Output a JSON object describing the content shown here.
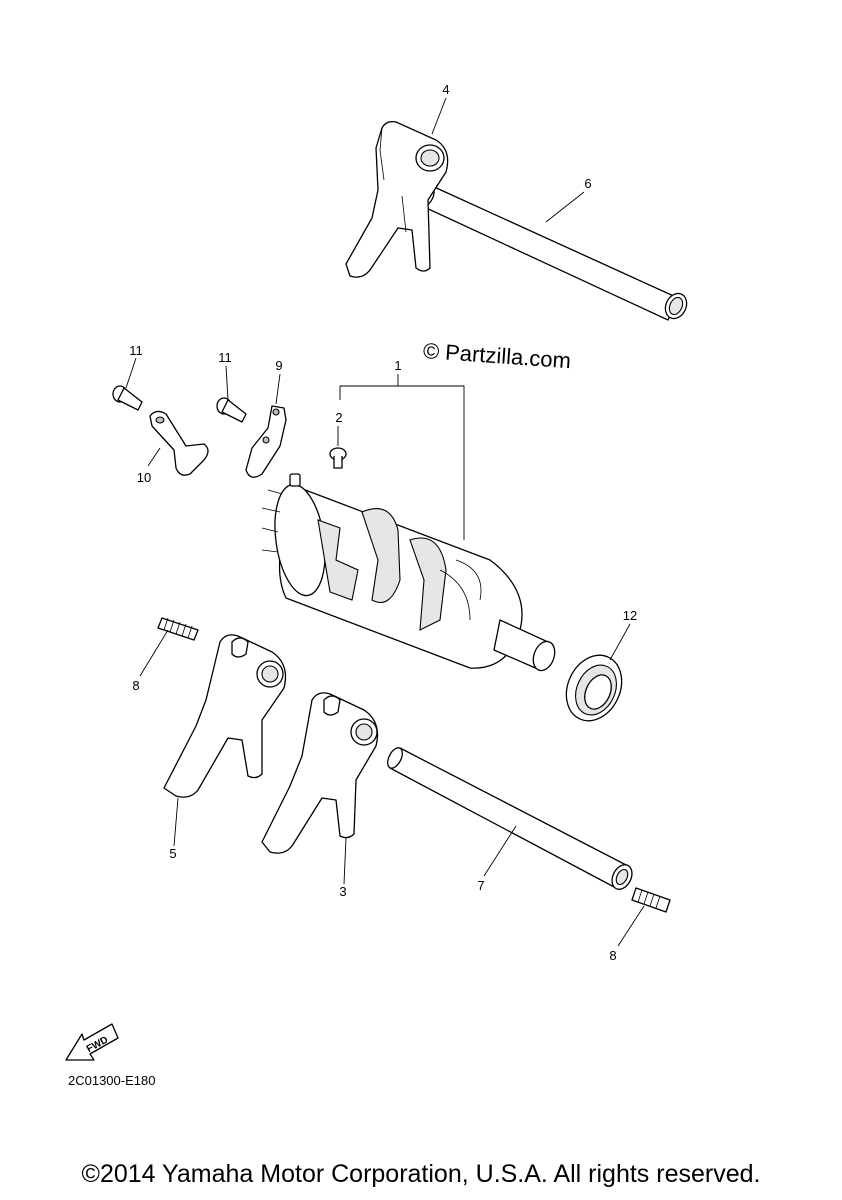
{
  "watermark": {
    "symbol": "©",
    "text": "Partzilla.com"
  },
  "callouts": {
    "c1": "1",
    "c2": "2",
    "c3": "3",
    "c4": "4",
    "c5": "5",
    "c6": "6",
    "c7": "7",
    "c8a": "8",
    "c8b": "8",
    "c9": "9",
    "c10": "10",
    "c11a": "11",
    "c11b": "11",
    "c12": "12"
  },
  "fwd_label": "FWD",
  "diagram_code": "2C01300-E180",
  "copyright": "©2014 Yamaha Motor Corporation, U.S.A. All rights reserved."
}
